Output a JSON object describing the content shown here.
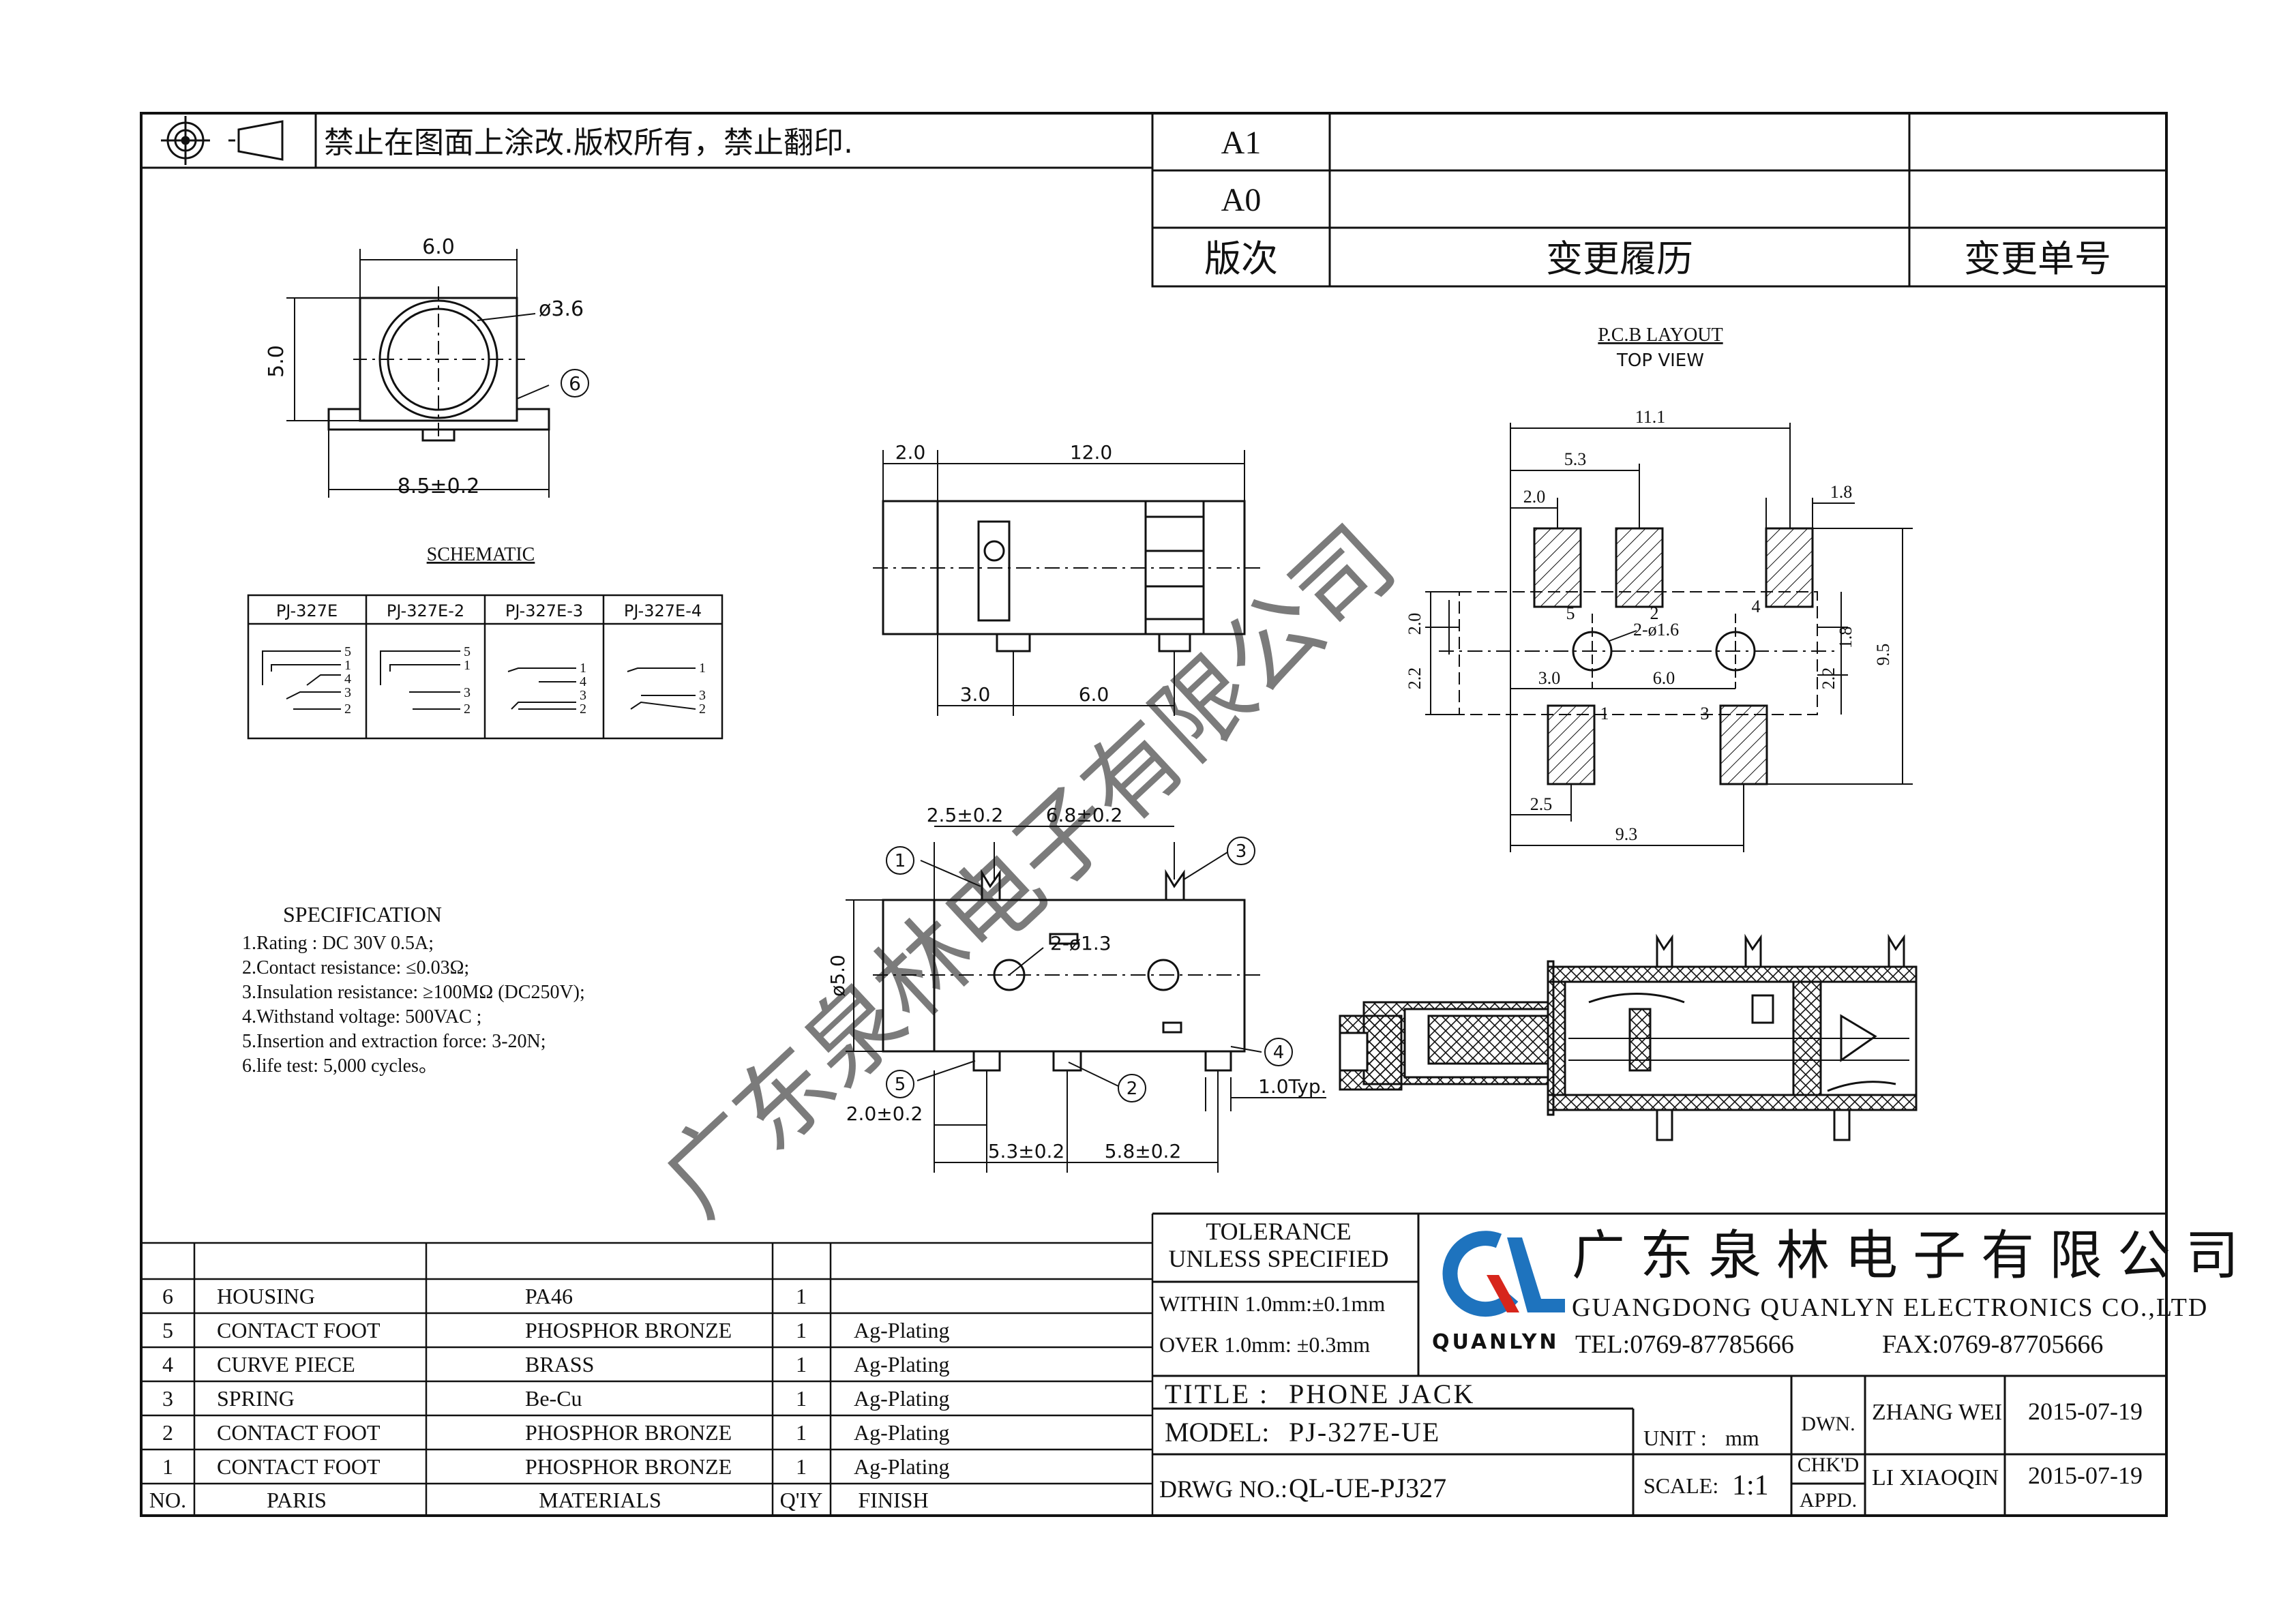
{
  "header": {
    "projection_symbol": "first-angle-projection-icon",
    "notice": "禁止在图面上涂改.版权所有，禁止翻印.",
    "revisions": [
      {
        "rev": "A1",
        "history": "",
        "change_no": ""
      },
      {
        "rev": "A0",
        "history": "",
        "change_no": ""
      }
    ],
    "rev_col_label": "版次",
    "history_col_label": "变更履历",
    "change_col_label": "变更单号"
  },
  "front_view": {
    "width": "6.0",
    "diameter": "ø3.6",
    "height": "5.0",
    "base_width": "8.5±0.2",
    "balloon": "6"
  },
  "schematic": {
    "title": "SCHEMATIC",
    "columns": [
      "PJ-327E",
      "PJ-327E-2",
      "PJ-327E-3",
      "PJ-327E-4"
    ],
    "pins": [
      [
        "5",
        "1",
        "4",
        "3",
        "2"
      ],
      [
        "5",
        "1",
        "3",
        "2"
      ],
      [
        "1",
        "4",
        "3",
        "2"
      ],
      [
        "1",
        "3",
        "2"
      ]
    ]
  },
  "side_view": {
    "d_front": "2.0",
    "d_body": "12.0",
    "d_pin_a": "3.0",
    "d_pin_b": "6.0"
  },
  "top_view": {
    "d1": "2.5±0.2",
    "d2": "6.8±0.2",
    "hole": "2-ø1.3",
    "height": "ø5.0",
    "d3": "2.0±0.2",
    "d4": "5.3±0.2",
    "d5": "5.8±0.2",
    "pin_width": "1.0Typ.",
    "balloons": [
      "1",
      "3",
      "5",
      "2",
      "4"
    ]
  },
  "pcb": {
    "title": "P.C.B LAYOUT",
    "subtitle": "TOP VIEW",
    "d_total": "11.1",
    "d_53": "5.3",
    "d_20": "2.0",
    "d_18": "1.8",
    "hole": "2-ø1.6",
    "d_30": "3.0",
    "d_60": "6.0",
    "d_95": "9.5",
    "d_22a": "2.2",
    "d_22b": "2.2",
    "d_20v": "2.0",
    "d_18v": "1.8",
    "d_25": "2.5",
    "d_93": "9.3",
    "pads": [
      "5",
      "2",
      "4",
      "1",
      "3"
    ]
  },
  "specification": {
    "title": "SPECIFICATION",
    "items": [
      "1.Rating : DC 30V 0.5A;",
      "2.Contact resistance: ≤0.03Ω;",
      "3.Insulation resistance: ≥100MΩ (DC250V);",
      "4.Withstand voltage: 500VAC ;",
      "5.Insertion and extraction force: 3-20N;",
      "6.life test: 5,000 cycles。"
    ]
  },
  "watermark": "广东泉林电子有限公司",
  "bom": {
    "headers": [
      "NO.",
      "PARIS",
      "MATERIALS",
      "Q'IY",
      "FINISH"
    ],
    "rows": [
      {
        "no": "6",
        "part": "HOUSING",
        "material": "PA46",
        "qty": "1",
        "finish": ""
      },
      {
        "no": "5",
        "part": "CONTACT FOOT",
        "material": "PHOSPHOR BRONZE",
        "qty": "1",
        "finish": "Ag-Plating"
      },
      {
        "no": "4",
        "part": "CURVE PIECE",
        "material": "BRASS",
        "qty": "1",
        "finish": "Ag-Plating"
      },
      {
        "no": "3",
        "part": "SPRING",
        "material": "Be-Cu",
        "qty": "1",
        "finish": "Ag-Plating"
      },
      {
        "no": "2",
        "part": "CONTACT FOOT",
        "material": "PHOSPHOR BRONZE",
        "qty": "1",
        "finish": "Ag-Plating"
      },
      {
        "no": "1",
        "part": "CONTACT FOOT",
        "material": "PHOSPHOR BRONZE",
        "qty": "1",
        "finish": "Ag-Plating"
      }
    ]
  },
  "title_block": {
    "tol_line1": "TOLERANCE",
    "tol_line2": "UNLESS SPECIFIED",
    "tol_within": "WITHIN 1.0mm:±0.1mm",
    "tol_over": "OVER 1.0mm:  ±0.3mm",
    "logo_text": "QUANLYN",
    "company_cn": "广东泉林电子有限公司",
    "company_en": "GUANGDONG QUANLYN ELECTRONICS CO.,LTD",
    "tel": "TEL:0769-87785666",
    "fax": "FAX:0769-87705666",
    "title_label": "TITLE :",
    "title_value": "PHONE JACK",
    "model_label": "MODEL:",
    "model_value": "PJ-327E-UE",
    "drwg_label": "DRWG NO.:",
    "drwg_value": "QL-UE-PJ327",
    "unit_label": "UNIT :",
    "unit_value": "mm",
    "scale_label": "SCALE:",
    "scale_value": "1:1",
    "dwn_label": "DWN.",
    "chkd_label": "CHK'D",
    "appd_label": "APPD.",
    "dwn_name": "ZHANG WEI",
    "dwn_date": "2015-07-19",
    "chk_name": "LI XIAOQIN",
    "chk_date": "2015-07-19"
  },
  "colors": {
    "line": "#111111",
    "logo_blue": "#1e73be",
    "logo_red": "#d7261c",
    "watermark": "#9a9a9a"
  }
}
